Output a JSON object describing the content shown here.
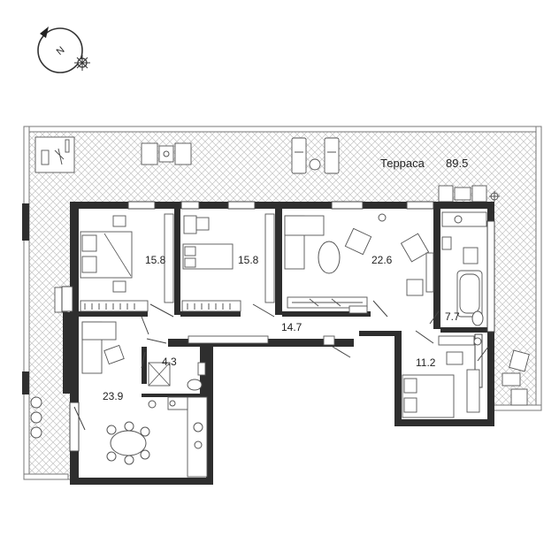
{
  "compass": {
    "letter": "N",
    "icon": "compass-icon",
    "sun_icon": "sun-icon"
  },
  "terrace": {
    "name": "Терраса",
    "area": "89.5"
  },
  "rooms": [
    {
      "id": "bedroom-1",
      "area": "15.8"
    },
    {
      "id": "bedroom-2",
      "area": "15.8"
    },
    {
      "id": "living-room",
      "area": "22.6"
    },
    {
      "id": "hall",
      "area": "14.7"
    },
    {
      "id": "bathroom-1",
      "area": "7.7"
    },
    {
      "id": "bedroom-3",
      "area": "11.2"
    },
    {
      "id": "bathroom-2",
      "area": "4.3"
    },
    {
      "id": "kitchen-dining",
      "area": "23.9"
    }
  ],
  "colors": {
    "wall": "#2e2e2e",
    "hatch": "#bdbdbd",
    "background": "#ffffff"
  }
}
